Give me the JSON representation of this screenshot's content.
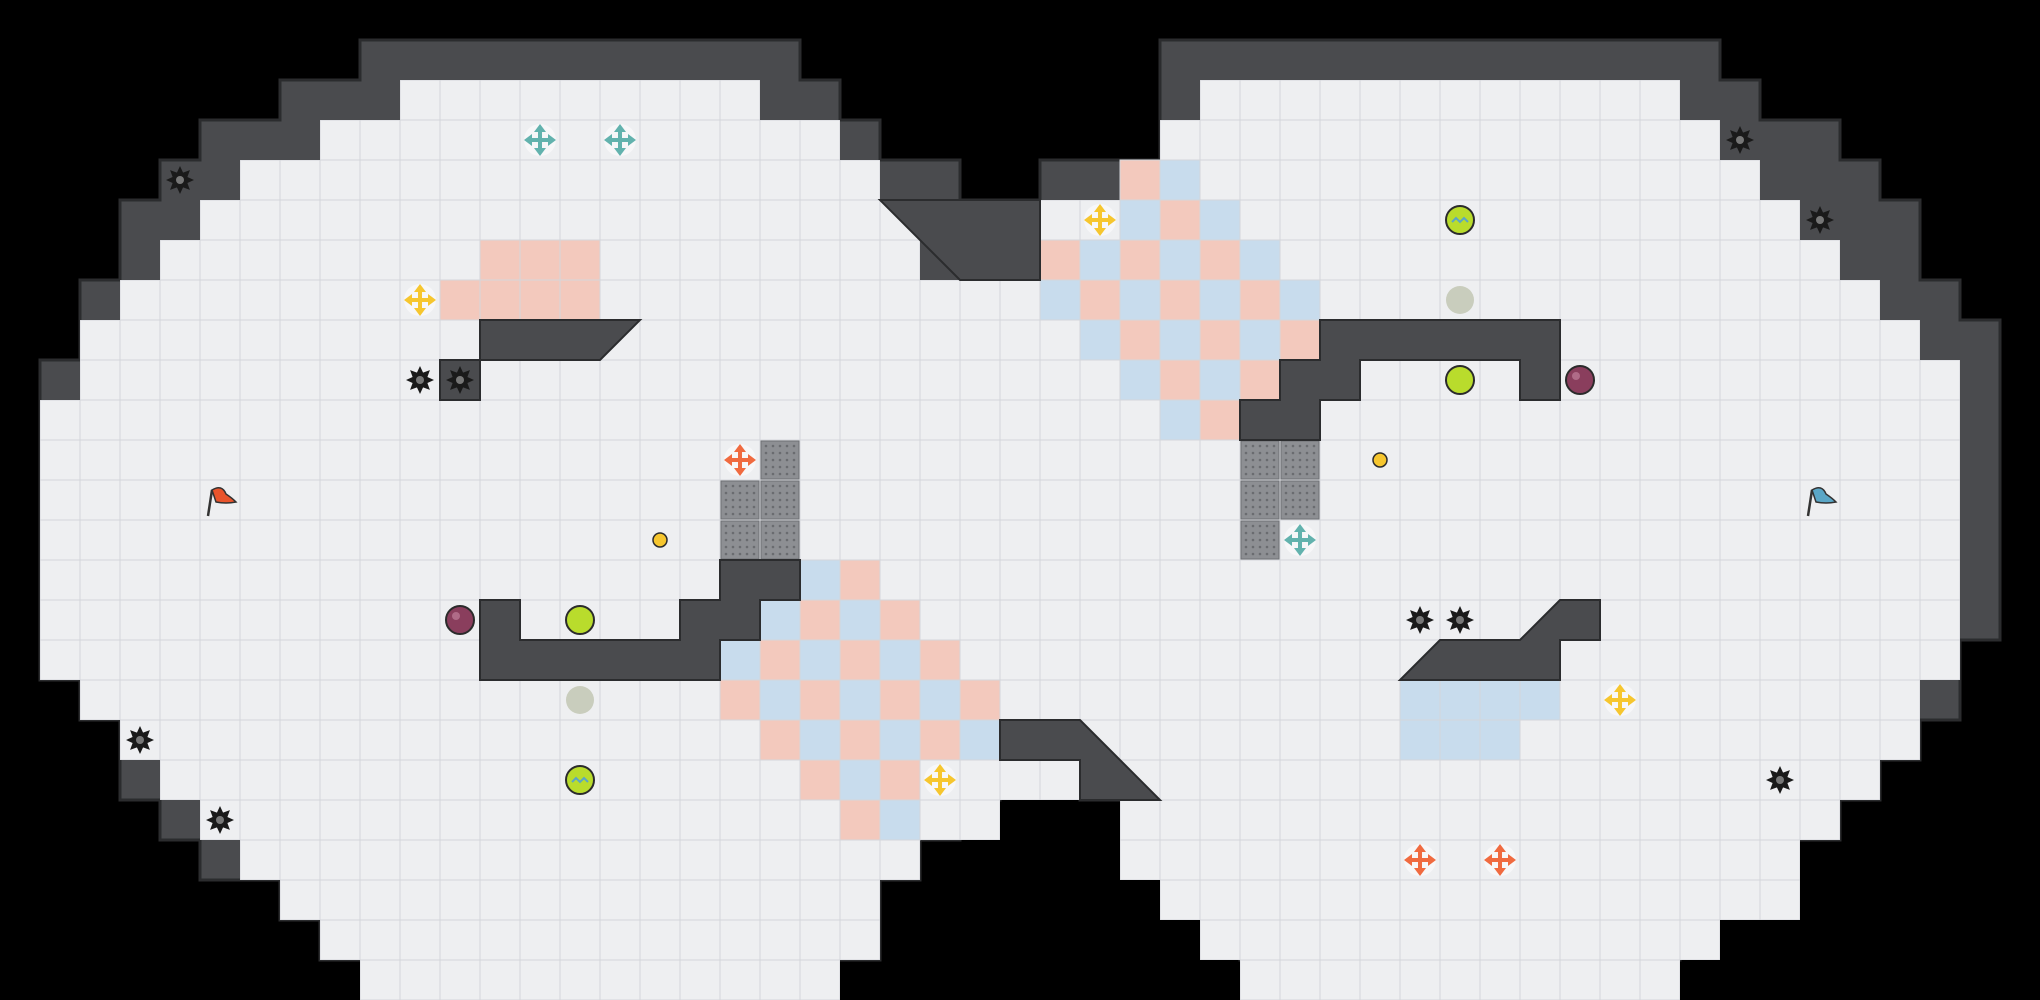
{
  "colors": {
    "background": "#000000",
    "wall": "#4a4b4e",
    "wall_edge": "#2b2c2e",
    "floor": "#eeeff1",
    "grid": "#d4d6da",
    "red_tile": "#f3c9bd",
    "blue_tile": "#c8dced",
    "grate": "#8d8f93",
    "red_team": "#e8542c",
    "blue_team": "#5aa6c6",
    "teal_boost": "#62b2ad",
    "orange_boost": "#f06a3f",
    "yellow_boost": "#f6c62e",
    "spike": "#1a1a1a",
    "powerup_green": "#b9dc2c",
    "powerup_inactive": "#c9cdbd",
    "bomb": "#8a3e5d"
  },
  "icons": {
    "spike": "spike-icon",
    "red_flag": "red-flag-icon",
    "blue_flag": "blue-flag-icon",
    "team_boost": "boost-icon",
    "neutral_boost": "yellow-boost-icon",
    "powerup": "powerup-icon",
    "bomb": "bomb-icon",
    "tagpro_powerup": "rolling-bomb-icon",
    "button": "button-icon"
  },
  "map": {
    "cols": 51,
    "rows": 25,
    "tile": 40,
    "left_lobe": {
      "floor_runs": [
        [
          10,
          18
        ],
        [
          8,
          20
        ],
        [
          6,
          21
        ],
        [
          5,
          22
        ],
        [
          4,
          22
        ],
        [
          3,
          23
        ],
        [
          2,
          24
        ],
        [
          2,
          25
        ],
        [
          1,
          25
        ],
        [
          1,
          25
        ],
        [
          1,
          25
        ],
        [
          1,
          25
        ],
        [
          1,
          26
        ],
        [
          1,
          26
        ],
        [
          1,
          26
        ],
        [
          2,
          26
        ],
        [
          3,
          26
        ],
        [
          4,
          25
        ],
        [
          5,
          24
        ],
        [
          6,
          22
        ],
        [
          7,
          21
        ],
        [
          8,
          21
        ],
        [
          9,
          20
        ]
      ]
    },
    "right_lobe": {
      "floor_runs": [
        [
          30,
          41
        ],
        [
          29,
          42
        ],
        [
          28,
          43
        ],
        [
          27,
          44
        ],
        [
          26,
          45
        ],
        [
          26,
          46
        ],
        [
          25,
          47
        ],
        [
          25,
          48
        ],
        [
          25,
          48
        ],
        [
          25,
          48
        ],
        [
          25,
          48
        ],
        [
          25,
          48
        ],
        [
          25,
          48
        ],
        [
          25,
          48
        ],
        [
          26,
          48
        ],
        [
          26,
          47
        ],
        [
          27,
          47
        ],
        [
          27,
          46
        ],
        [
          28,
          45
        ],
        [
          28,
          44
        ],
        [
          29,
          44
        ],
        [
          30,
          42
        ],
        [
          31,
          41
        ]
      ]
    },
    "center_runs": [
      [
        24,
        26
      ],
      [
        24,
        26
      ],
      [
        23,
        27
      ],
      [
        23,
        27
      ],
      [
        22,
        28
      ],
      [
        22,
        28
      ],
      [
        22,
        28
      ],
      [
        21,
        29
      ],
      [
        21,
        29
      ],
      [
        20,
        29
      ],
      [
        20,
        29
      ],
      [
        20,
        30
      ],
      [
        21,
        29
      ],
      [
        22,
        28
      ],
      [
        23,
        27
      ]
    ]
  }
}
